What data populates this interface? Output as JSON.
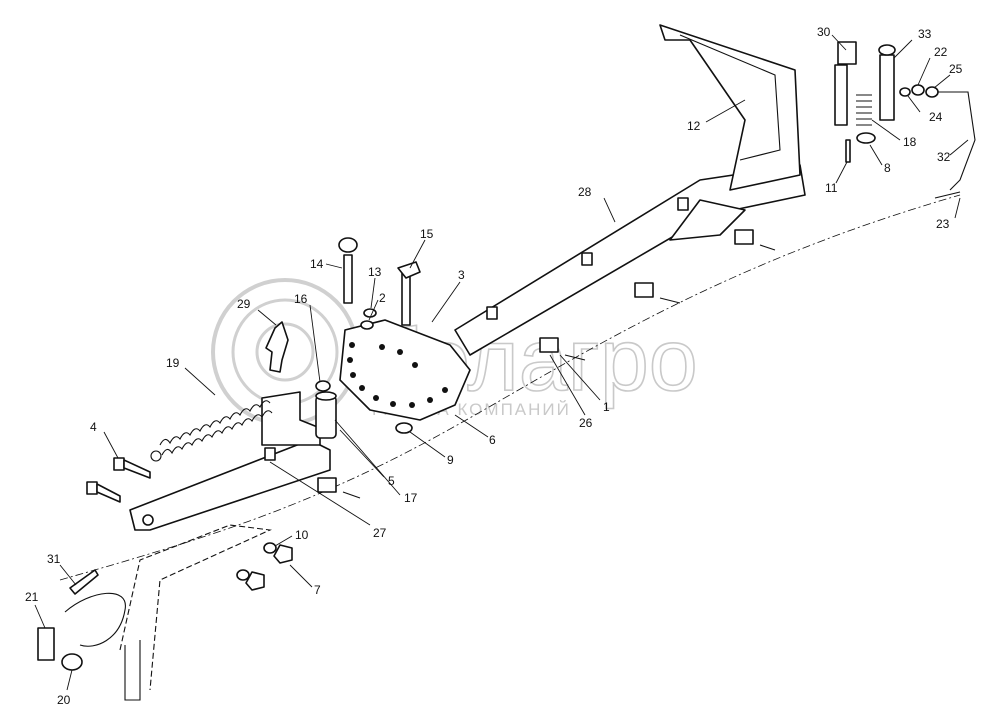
{
  "watermark": {
    "brand": "белагро",
    "subtitle": "ГРУППА КОМПАНИЙ"
  },
  "callouts": [
    {
      "id": "c1",
      "text": "1"
    },
    {
      "id": "c2",
      "text": "2"
    },
    {
      "id": "c3",
      "text": "3"
    },
    {
      "id": "c4",
      "text": "4"
    },
    {
      "id": "c5",
      "text": "5"
    },
    {
      "id": "c6",
      "text": "6"
    },
    {
      "id": "c7",
      "text": "7"
    },
    {
      "id": "c8",
      "text": "8"
    },
    {
      "id": "c9",
      "text": "9"
    },
    {
      "id": "c10",
      "text": "10"
    },
    {
      "id": "c11",
      "text": "11"
    },
    {
      "id": "c12",
      "text": "12"
    },
    {
      "id": "c13",
      "text": "13"
    },
    {
      "id": "c14",
      "text": "14"
    },
    {
      "id": "c15",
      "text": "15"
    },
    {
      "id": "c16",
      "text": "16"
    },
    {
      "id": "c17",
      "text": "17"
    },
    {
      "id": "c18",
      "text": "18"
    },
    {
      "id": "c19",
      "text": "19"
    },
    {
      "id": "c20",
      "text": "20"
    },
    {
      "id": "c21",
      "text": "21"
    },
    {
      "id": "c22",
      "text": "22"
    },
    {
      "id": "c23",
      "text": "23"
    },
    {
      "id": "c24",
      "text": "24"
    },
    {
      "id": "c25",
      "text": "25"
    },
    {
      "id": "c26",
      "text": "26"
    },
    {
      "id": "c27",
      "text": "27"
    },
    {
      "id": "c28",
      "text": "28"
    },
    {
      "id": "c29",
      "text": "29"
    },
    {
      "id": "c30",
      "text": "30"
    },
    {
      "id": "c31",
      "text": "31"
    },
    {
      "id": "c32",
      "text": "32"
    },
    {
      "id": "c33",
      "text": "33"
    }
  ]
}
